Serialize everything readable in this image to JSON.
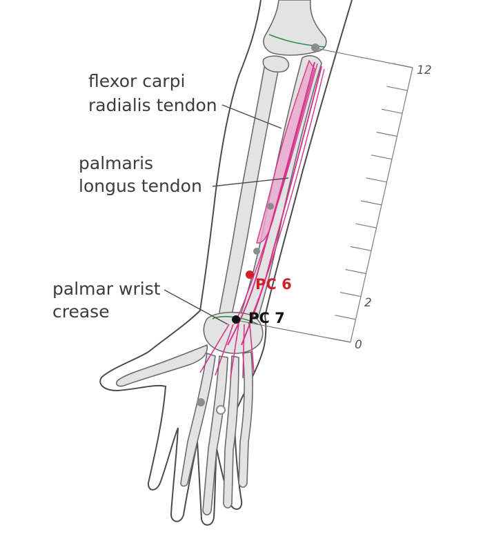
{
  "labels": {
    "fcr_line1": "flexor carpi",
    "fcr_line2": "radialis tendon",
    "pl_line1": "palmaris",
    "pl_line2": "longus tendon",
    "crease_line1": "palmar wrist",
    "crease_line2": "crease"
  },
  "points": {
    "pc6": {
      "name": "PC 6",
      "color": "#d0202a"
    },
    "pc7": {
      "name": "PC 7",
      "color": "#111111"
    }
  },
  "scale": {
    "top_label": "12",
    "mid_label": "2",
    "zero_label": "0",
    "max": 12,
    "divisions": 12
  },
  "colors": {
    "outline": "#4a4a4a",
    "bone_fill": "#e3e3e3",
    "tendon": "#d6338a",
    "tendon_fill": "#e9a8cc",
    "crease": "#2f8a4a",
    "scale_line": "#7a7a7a"
  }
}
